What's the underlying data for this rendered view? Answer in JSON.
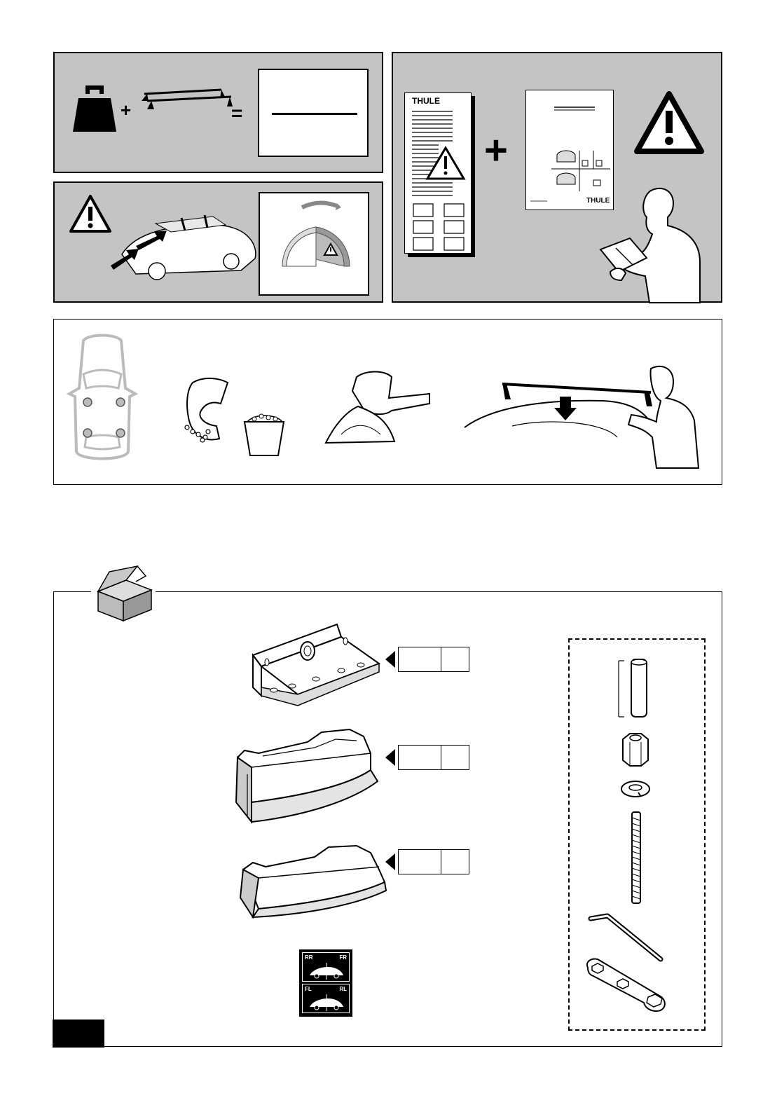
{
  "panel_weight": {
    "plus": "+",
    "equals": "=",
    "limit_box": ""
  },
  "panel_manual": {
    "brand_left": "THULE",
    "brand_right": "THULE",
    "plus": "+"
  },
  "kit": {
    "label_boxes": [
      {
        "left": "",
        "right": ""
      },
      {
        "left": "",
        "right": ""
      },
      {
        "left": "",
        "right": ""
      }
    ],
    "sticker": {
      "rr": "RR",
      "fr": "FR",
      "fl": "FL",
      "rl": "RL"
    }
  },
  "page_number": ""
}
